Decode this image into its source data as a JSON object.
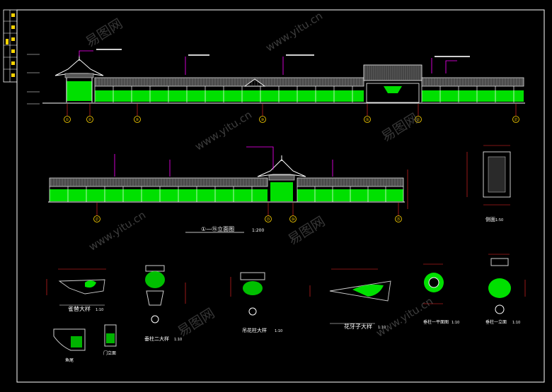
{
  "drawing": {
    "section_title": "①—⑮立面图",
    "section_scale": "1:200",
    "side_view_label": "侧面",
    "side_view_scale": "1:50"
  },
  "detail_titles": {
    "eave_ornament": "雀替大样",
    "eave_ornament_scale": "1:10",
    "small_detail_a": "鱼尾",
    "small_detail_b": "门立面",
    "hanging_post": "垂柱二大样",
    "hanging_post_scale": "1:10",
    "bracket": "吊花柱大样",
    "bracket_scale": "1:10",
    "flying_rafter": "花牙子大样",
    "flying_rafter_scale": "1:10",
    "post_plan": "垂柱一平面图",
    "post_plan_scale": "1:10",
    "post_elevation": "垂柱一立面",
    "post_elevation_scale": "1:10"
  },
  "axis_labels_top": [
    "①",
    "②",
    "⑤",
    "⑩",
    "⑯",
    "㉑",
    "㉗"
  ],
  "axis_labels_bottom": [
    "㉗",
    "㉝",
    "㉞",
    "㉟"
  ],
  "watermarks": [
    "易图网",
    "www.yitu.cn"
  ],
  "colors": {
    "background": "#000000",
    "frame": "#ffffff",
    "roof": "#cfcfcf",
    "panel_green": "#00e000",
    "leader_magenta": "#ff00ff",
    "dimension_red": "#ff2a2a",
    "axis_yellow": "#ffd400",
    "watermark": "#777777"
  }
}
